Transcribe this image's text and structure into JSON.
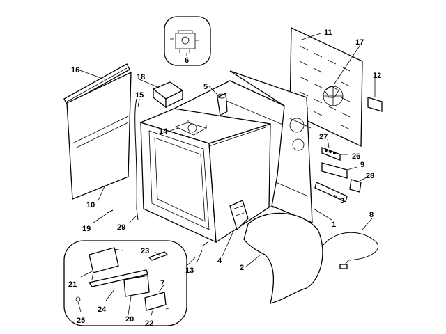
{
  "diagram": {
    "callouts": {
      "p1": "1",
      "p2": "2",
      "p3": "3",
      "p4": "4",
      "p5": "5",
      "p6": "6",
      "p7": "7",
      "p8": "8",
      "p9": "9",
      "p10": "10",
      "p11": "11",
      "p12": "12",
      "p13": "13",
      "p14": "14",
      "p15": "15",
      "p16": "16",
      "p17": "17",
      "p18": "18",
      "p19": "19",
      "p20": "20",
      "p21": "21",
      "p22": "22",
      "p23": "23",
      "p24": "24",
      "p25": "25",
      "p26": "26",
      "p27": "27",
      "p28": "28",
      "p29": "29"
    }
  }
}
